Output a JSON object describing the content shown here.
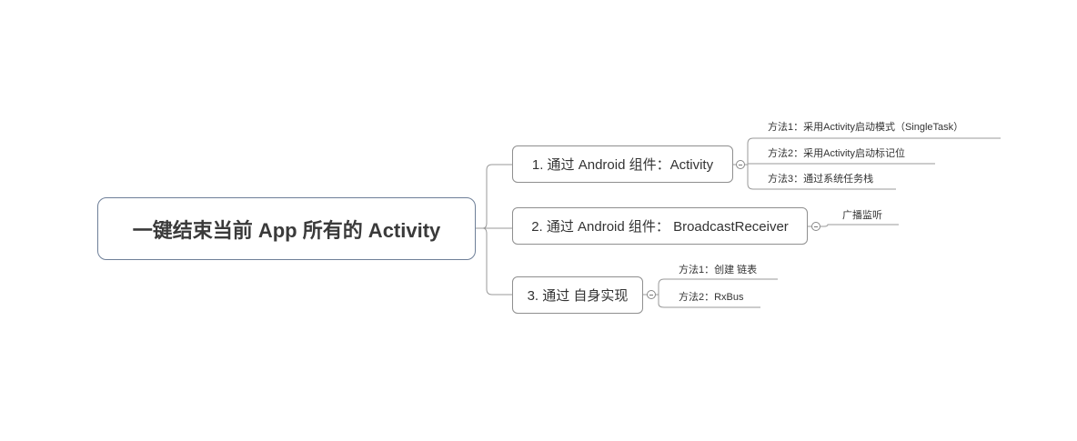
{
  "diagram": {
    "root": "一键结束当前 App 所有的 Activity",
    "branches": [
      {
        "label": "1. 通过 Android 组件：Activity",
        "children": [
          "方法1：采用Activity启动模式（SingleTask）",
          "方法2：采用Activity启动标记位",
          "方法3：通过系统任务栈"
        ]
      },
      {
        "label": "2. 通过 Android 组件： BroadcastReceiver",
        "children": [
          "广播监听"
        ]
      },
      {
        "label": "3. 通过 自身实现",
        "children": [
          "方法1：创建 链表",
          "方法2：RxBus"
        ]
      }
    ]
  },
  "colors": {
    "line": "#9a9a9a",
    "root_border": "#6e7f98",
    "node_border": "#8f8f8f"
  }
}
